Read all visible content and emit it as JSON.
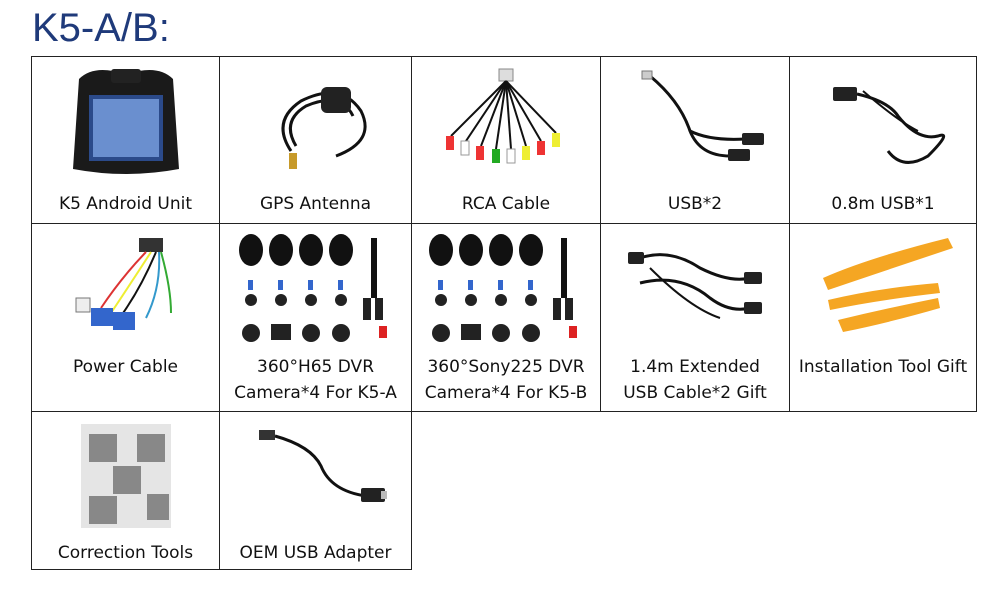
{
  "title": "K5-A/B:",
  "items": [
    {
      "lines": [
        "K5 Android Unit"
      ],
      "icon": "android-head-unit-icon"
    },
    {
      "lines": [
        "GPS Antenna"
      ],
      "icon": "gps-antenna-icon"
    },
    {
      "lines": [
        "RCA Cable"
      ],
      "icon": "rca-cable-icon"
    },
    {
      "lines": [
        "USB*2"
      ],
      "icon": "usb-cable-pair-icon"
    },
    {
      "lines": [
        "0.8m USB*1"
      ],
      "icon": "usb-cable-icon"
    },
    {
      "lines": [
        "Power Cable"
      ],
      "icon": "power-harness-icon"
    },
    {
      "lines": [
        "360°H65 DVR",
        "Camera*4 For K5-A"
      ],
      "icon": "camera-kit-icon"
    },
    {
      "lines": [
        "360°Sony225 DVR",
        "Camera*4 For K5-B"
      ],
      "icon": "camera-kit-icon"
    },
    {
      "lines": [
        "1.4m Extended",
        "USB Cable*2 Gift"
      ],
      "icon": "extension-usb-cable-icon"
    },
    {
      "lines": [
        "Installation Tool Gift"
      ],
      "icon": "pry-tool-icon"
    },
    {
      "lines": [
        "Correction Tools"
      ],
      "icon": "calibration-cloth-icon"
    },
    {
      "lines": [
        "OEM USB Adapter"
      ],
      "icon": "oem-usb-adapter-icon"
    }
  ]
}
